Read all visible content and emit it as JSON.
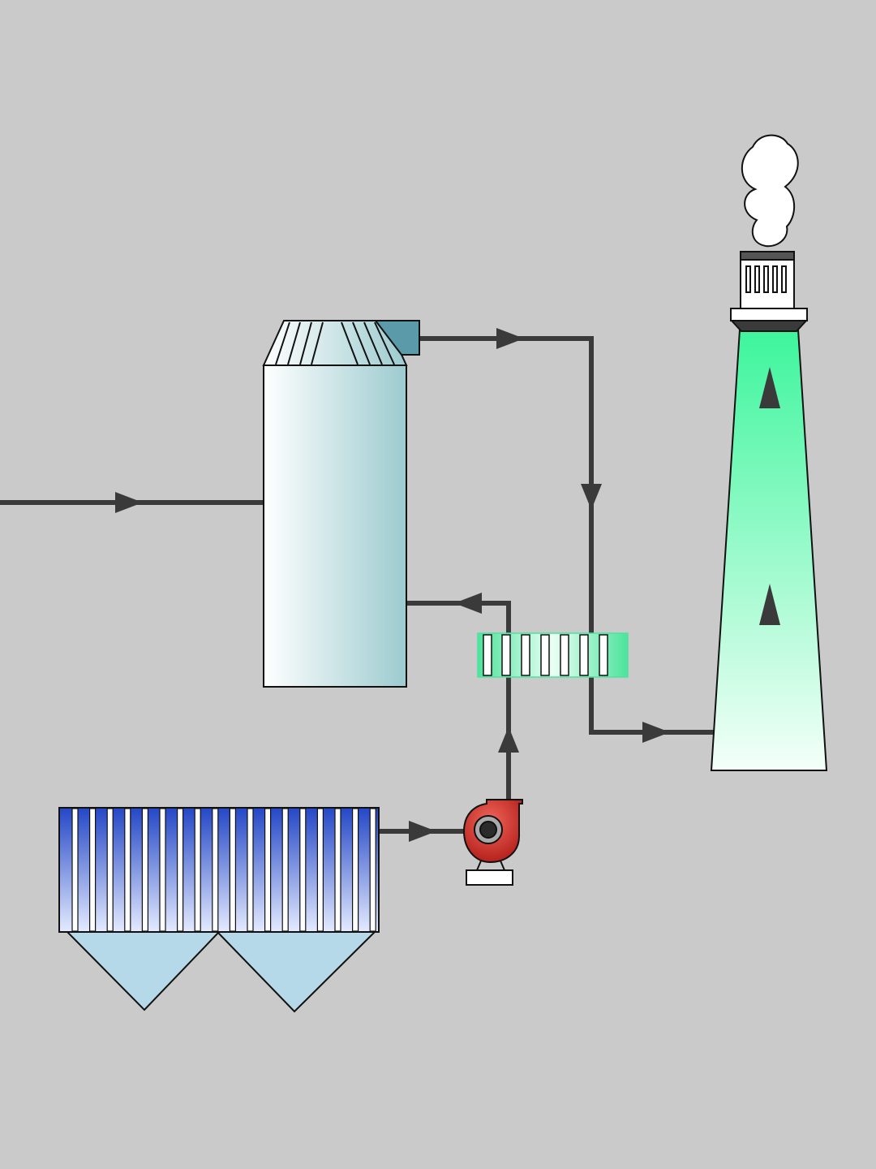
{
  "colors": {
    "background": "#cbcacb",
    "pipe": "#3a3a3a",
    "outline": "#111111",
    "absorber_light": "#ffffff",
    "absorber_dark": "#9ccbcf",
    "hood_accent": "#5b9aa8",
    "stack_top": "#3df59c",
    "stack_bottom": "#f4fff9",
    "heater_green": "#4de39c",
    "collector_dark": "#2447c6",
    "collector_light": "#e4ebff",
    "hopper": "#b6d9ea",
    "fan_red": "#b11c18",
    "fan_light": "#f1665a",
    "cloud": "#ffffff"
  },
  "components": [
    {
      "id": "dust-collector",
      "icon": "bag-filter-icon"
    },
    {
      "id": "booster-fan",
      "icon": "centrifugal-fan-icon"
    },
    {
      "id": "gas-gas-heater",
      "icon": "heat-exchanger-icon"
    },
    {
      "id": "absorber-tower",
      "icon": "scrubber-tower-icon"
    },
    {
      "id": "chimney",
      "icon": "stack-icon"
    },
    {
      "id": "smoke-plume",
      "icon": "cloud-icon"
    }
  ],
  "flow_arrows": [
    {
      "id": "inlet-flow",
      "direction": "right"
    },
    {
      "id": "collector-to-fan-flow",
      "direction": "right"
    },
    {
      "id": "fan-up-flow",
      "direction": "up"
    },
    {
      "id": "heater-to-absorber-flow",
      "direction": "left"
    },
    {
      "id": "absorber-outlet-flow",
      "direction": "right"
    },
    {
      "id": "descending-flow",
      "direction": "down"
    },
    {
      "id": "to-stack-flow",
      "direction": "right"
    },
    {
      "id": "stack-upper-flow",
      "direction": "up"
    },
    {
      "id": "stack-lower-flow",
      "direction": "up"
    }
  ]
}
